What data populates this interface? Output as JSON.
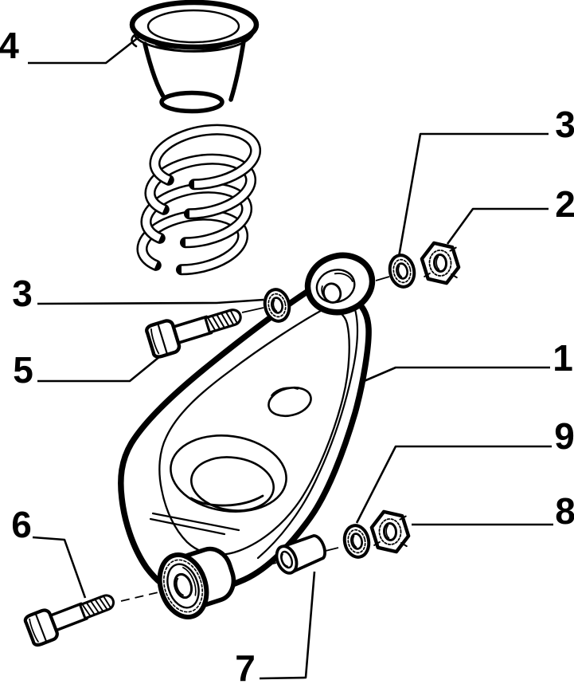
{
  "figure": {
    "kind": "exploded-parts-diagram",
    "background_color": "#ffffff",
    "line_color": "#000000"
  },
  "callouts": [
    {
      "label": "4",
      "part": "spring-seat-cup"
    },
    {
      "label": "3",
      "part": "washer-front-pivot"
    },
    {
      "label": "5",
      "part": "hex-bolt-front-pivot"
    },
    {
      "label": "6",
      "part": "hex-bolt-rear-pivot"
    },
    {
      "label": "7",
      "part": "spacer-sleeve"
    },
    {
      "label": "3",
      "part": "washer-front-pivot-outer"
    },
    {
      "label": "2",
      "part": "hex-nut-front-pivot"
    },
    {
      "label": "1",
      "part": "upper-control-arm"
    },
    {
      "label": "9",
      "part": "washer-rear-pivot"
    },
    {
      "label": "8",
      "part": "hex-nut-rear-pivot"
    }
  ],
  "unlabeled_parts": [
    "coil-spring",
    "arm-eye-bushing",
    "arm-rear-bushing"
  ]
}
